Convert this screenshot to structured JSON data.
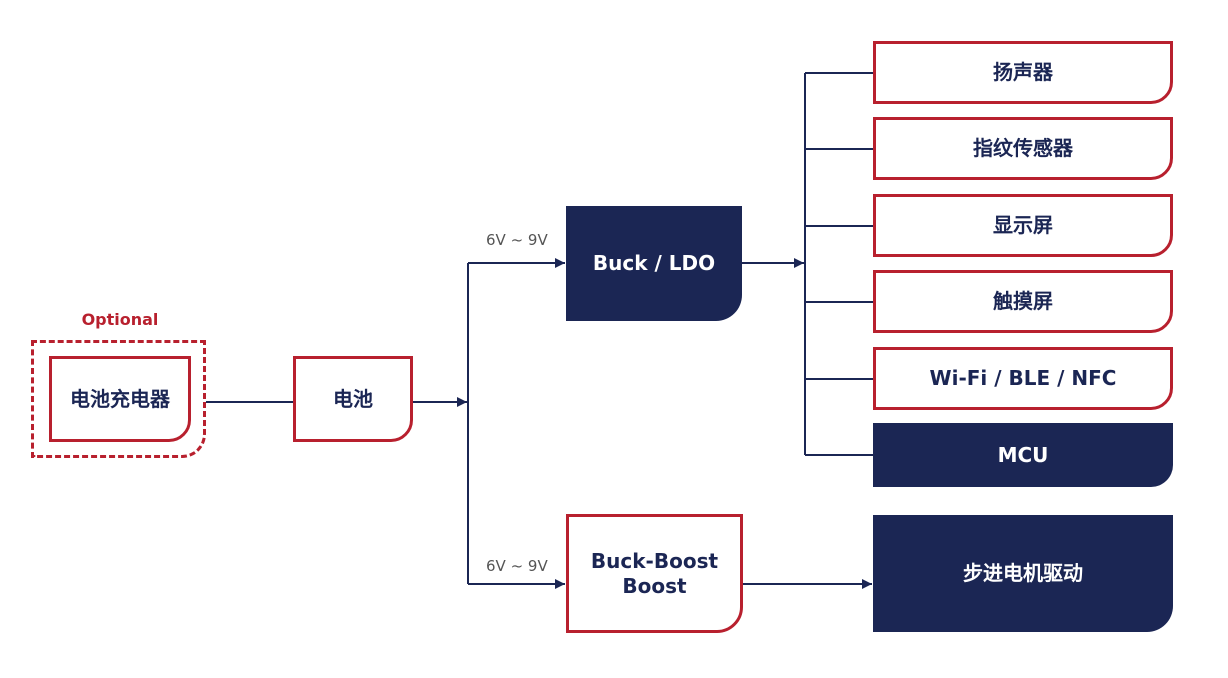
{
  "optional_label": "Optional",
  "charger": {
    "label": "电池充电器"
  },
  "battery": {
    "label": "电池"
  },
  "voltage_labels": {
    "upper": "6V ~ 9V",
    "lower": "6V ~ 9V"
  },
  "buck_ldo": {
    "label": "Buck / LDO"
  },
  "buck_boost": {
    "line1": "Buck-Boost",
    "line2": "Boost"
  },
  "loads": [
    {
      "label": "扬声器",
      "style": "outline"
    },
    {
      "label": "指纹传感器",
      "style": "outline"
    },
    {
      "label": "显示屏",
      "style": "outline"
    },
    {
      "label": "触摸屏",
      "style": "outline"
    },
    {
      "label": "Wi-Fi / BLE / NFC",
      "style": "outline"
    },
    {
      "label": "MCU",
      "style": "filled"
    }
  ],
  "motor_driver": {
    "label": "步进电机驱动"
  },
  "colors": {
    "accent_red": "#b8202e",
    "navy": "#1b2654"
  }
}
